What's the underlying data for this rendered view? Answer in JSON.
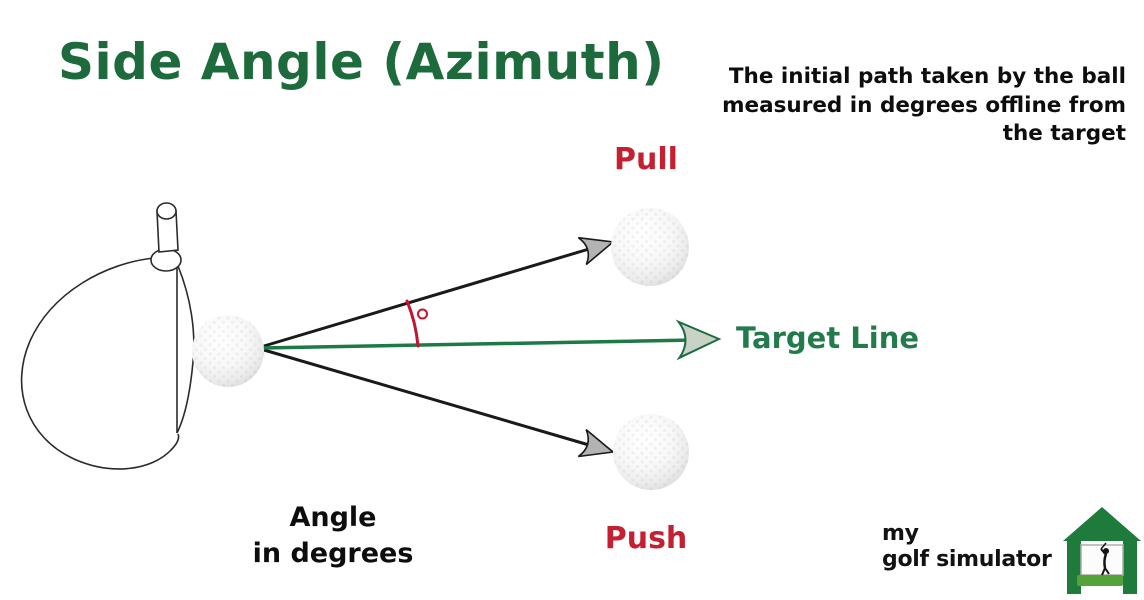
{
  "title": "Side Angle (Azimuth)",
  "description": "The initial path taken by the ball\nmeasured in degrees offline from\nthe target",
  "diagram": {
    "pull_label": "Pull",
    "push_label": "Push",
    "target_line_label": "Target Line",
    "angle_label": "Angle\nin degrees",
    "angle_symbol": "degree-circle"
  },
  "logo": {
    "text": "my\ngolf simulator",
    "icon": "golf-simulator-house-icon"
  },
  "colors": {
    "title_green": "#1d6b3d",
    "target_line_green": "#1d7a46",
    "target_label_green": "#237a4b",
    "label_red": "#c52032",
    "arc_red": "#c41430",
    "arrow_black": "#1a1a1a",
    "text_black": "#0d0d0d",
    "logo_green": "#1f7b3b",
    "grass_green": "#53a339"
  }
}
